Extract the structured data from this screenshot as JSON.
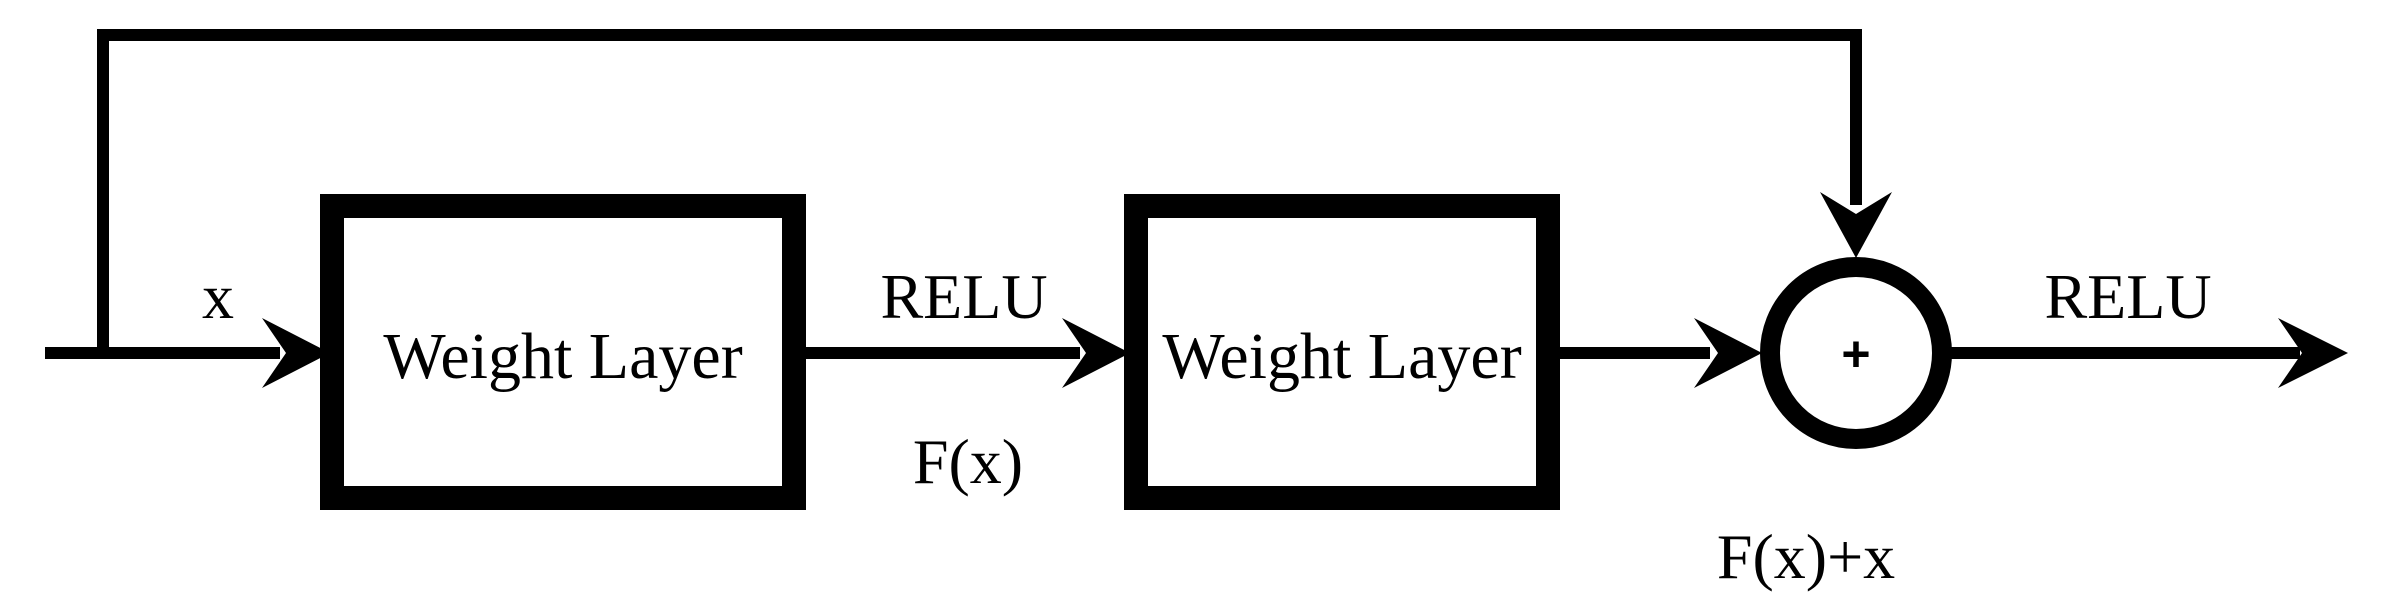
{
  "diagram": {
    "input_label": "x",
    "layer1": {
      "label": "Weight Layer"
    },
    "layer2": {
      "label": "Weight Layer"
    },
    "activation1_label": "RELU",
    "intermediate_label": "F(x)",
    "sum_node_symbol": "+",
    "sum_label": "F(x)+x",
    "activation2_label": "RELU"
  }
}
